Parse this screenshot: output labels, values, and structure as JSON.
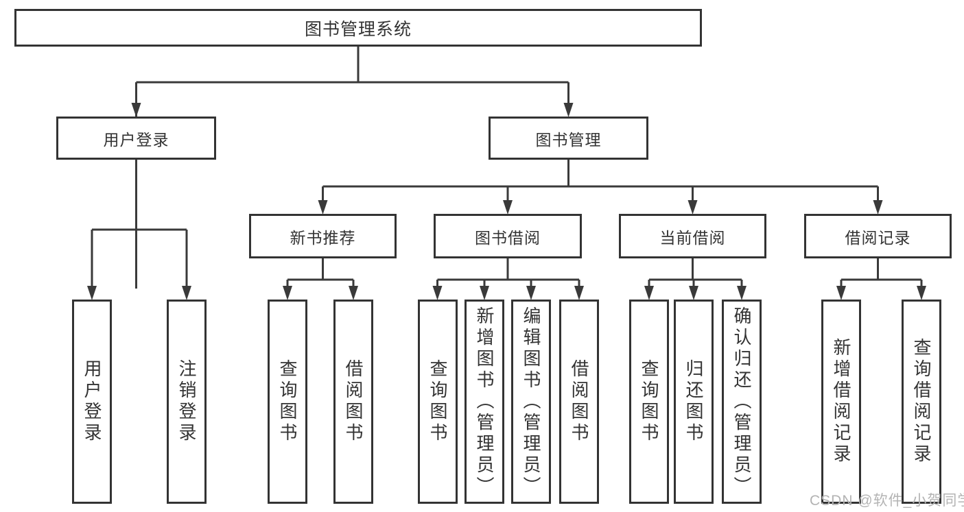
{
  "page": {
    "watermark": "CSDN @软件_小贺同学"
  },
  "colors": {
    "line": "#3a3a3a",
    "border": "#333333",
    "text": "#333333",
    "watermark": "#b3b3b3",
    "background": "#ffffff"
  },
  "tree": {
    "root": "图书管理系统",
    "level2": [
      "用户登录",
      "图书管理"
    ],
    "level3": [
      "新书推荐",
      "图书借阅",
      "当前借阅",
      "借阅记录"
    ],
    "leaves_login": [
      "用户登录",
      "注销登录"
    ],
    "leaves_newbook": [
      "查询图书",
      "借阅图书"
    ],
    "leaves_borrow": [
      "查询图书",
      "新增图书（管理员）",
      "编辑图书（管理员）",
      "借阅图书"
    ],
    "leaves_current": [
      "查询图书",
      "归还图书",
      "确认归还（管理员）"
    ],
    "leaves_records": [
      "新增借阅记录",
      "查询借阅记录"
    ]
  }
}
